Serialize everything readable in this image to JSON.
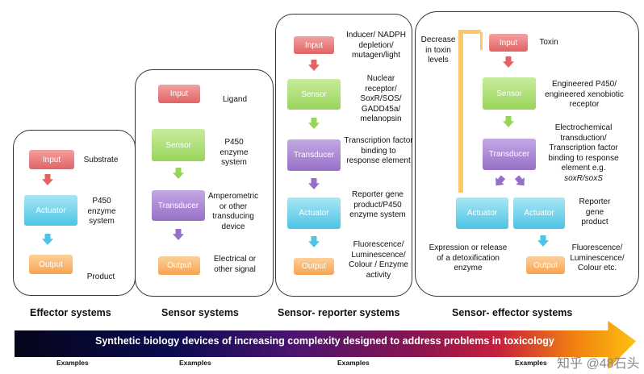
{
  "boxes": {
    "input": "Input",
    "sensor": "Sensor",
    "transducer": "Transducer",
    "actuator": "Actuator",
    "output": "Output"
  },
  "effector": {
    "title": "Effector systems",
    "input": "Substrate",
    "actuator": "P450 enzyme system",
    "output": "Product",
    "examples": "Examples"
  },
  "sensor": {
    "title": "Sensor systems",
    "input": "Ligand",
    "sensor": "P450 enzyme system",
    "transducer": "Amperometric or other transducing device",
    "output": "Electrical or other signal",
    "examples": "Examples"
  },
  "reporter": {
    "title": "Sensor- reporter systems",
    "input": "Inducer/ NADPH depletion/ mutagen/light",
    "sensor": "Nuclear receptor/ SoxR/SOS/ GADD45a/ melanopsin",
    "transducer": "Transcription factor binding to response element",
    "actuator": "Reporter gene product/P450 enzyme system",
    "output": "Fluorescence/ Luminescence/ Colour / Enzyme activity",
    "examples": "Examples"
  },
  "sensor_effector": {
    "title": "Sensor- effector systems",
    "input": "Toxin",
    "feedback": "Decrease in toxin levels",
    "sensor": "Engineered P450/ engineered xenobiotic receptor",
    "transducer_a": "Electrochemical transduction/ Transcription factor binding to response element e.g. ",
    "transducer_b": "soxR/soxS",
    "actuator_left": "Expression or release of a detoxification enzyme",
    "actuator_right": "Reporter gene product",
    "output": "Fluorescence/ Luminescence/ Colour etc.",
    "examples": "Examples"
  },
  "banner": "Synthetic biology devices of increasing complexity designed to address problems in toxicology",
  "watermark": "知乎 @48石头",
  "colors": {
    "input": "#e06464",
    "sensor": "#98d45a",
    "transducer": "#9670c6",
    "actuator": "#4ec4e4",
    "output": "#f7a450",
    "feedback": "#fbc96a"
  }
}
